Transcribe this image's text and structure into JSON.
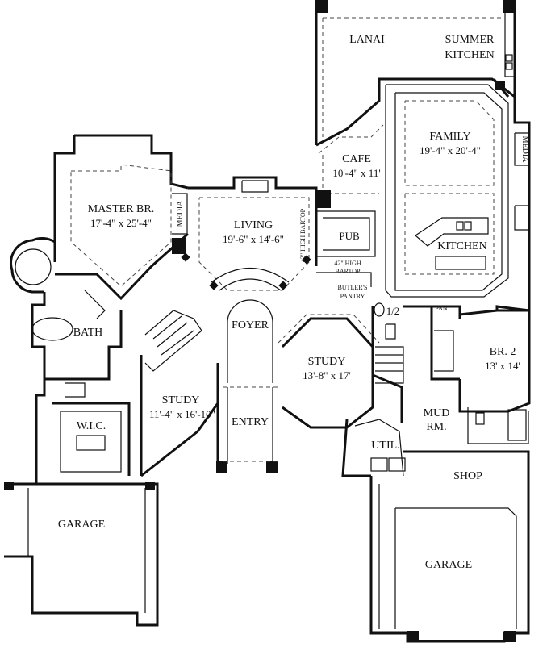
{
  "rooms": {
    "lanai": "LANAI",
    "summer_kitchen_1": "SUMMER",
    "summer_kitchen_2": "KITCHEN",
    "family": "FAMILY",
    "family_size": "19'-4\" x 20'-4\"",
    "media_right": "MEDIA",
    "cafe": "CAFE",
    "cafe_size": "10'-4\" x 11'",
    "master": "MASTER BR.",
    "master_size": "17'-4\" x 25'-4\"",
    "media_left": "MEDIA",
    "living": "LIVING",
    "living_size": "19'-6\" x 14'-6\"",
    "bartop_vertical": "42\" HIGH BARTOP",
    "pub": "PUB",
    "kitchen": "KITCHEN",
    "bartop_1": "42\" HIGH",
    "bartop_2": "BARTOP",
    "butlers_1": "BUTLER'S",
    "butlers_2": "PANTRY",
    "half_bath": "1/2",
    "pan": "PAN.",
    "foyer": "FOYER",
    "bath": "BATH",
    "study_center": "STUDY",
    "study_center_size": "13'-8\" x 17'",
    "br2": "BR. 2",
    "br2_size": "13' x 14'",
    "study_left": "STUDY",
    "study_left_size": "11'-4\" x 16'-10\"",
    "wic": "W.I.C.",
    "entry": "ENTRY",
    "mud_1": "MUD",
    "mud_2": "RM.",
    "util": "UTIL.",
    "shop": "SHOP",
    "garage_left": "GARAGE",
    "garage_right": "GARAGE"
  }
}
